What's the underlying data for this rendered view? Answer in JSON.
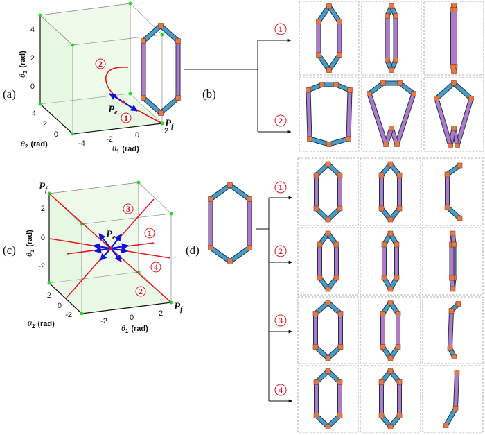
{
  "colors": {
    "red_path": "#e8141c",
    "arrow": "#1010e0",
    "cube_face": "#e6f8e2",
    "vertex": "#22dd22",
    "link_blue": "#4a9cc8",
    "link_purple": "#b07ac8",
    "joint": "#e07a4a",
    "box_border": "#999999"
  },
  "panel_a": {
    "label": "(a)",
    "theta_symbol": "θ",
    "x_sub": "1",
    "y_sub": "2",
    "z_sub": "3",
    "unit": "(rad)",
    "x_ticks": [
      "-4",
      "-2",
      "0",
      "2"
    ],
    "y_ticks": [
      "4",
      "2",
      "0"
    ],
    "z_ticks": [
      "4",
      "2",
      "0"
    ],
    "pe": "P",
    "pe_sub": "e",
    "pf": "P",
    "pf_sub": "f",
    "paths": [
      "1",
      "2"
    ]
  },
  "panel_b": {
    "label": "(b)",
    "branches": [
      "1",
      "2"
    ]
  },
  "panel_c": {
    "label": "(c)",
    "theta_symbol": "θ",
    "x_sub": "1",
    "y_sub": "2",
    "z_sub": "3",
    "unit": "(rad)",
    "x_ticks": [
      "-2",
      "0",
      "2"
    ],
    "y_ticks": [
      "2",
      "0",
      "-2"
    ],
    "z_ticks": [
      "2",
      "0",
      "-2"
    ],
    "pe": "P",
    "pe_sub": "e",
    "pf": "P",
    "pf_sub": "f",
    "paths": [
      "3",
      "1",
      "4",
      "2"
    ]
  },
  "panel_d": {
    "label": "(d)",
    "branches": [
      "1",
      "2",
      "3",
      "4"
    ]
  }
}
